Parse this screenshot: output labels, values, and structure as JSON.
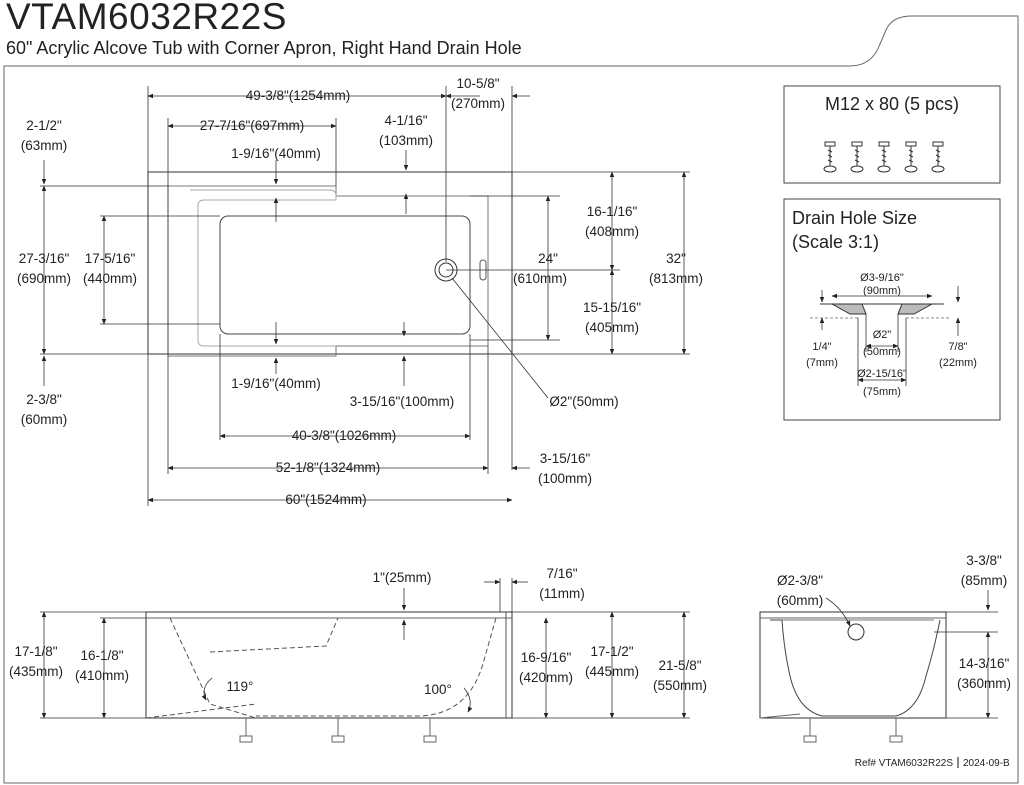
{
  "header": {
    "model": "VTAM6032R22S",
    "description": "60\" Acrylic Alcove Tub with Corner Apron, Right Hand Drain Hole"
  },
  "hardware": {
    "label": "M12 x 80 (5 pcs)"
  },
  "drain_detail": {
    "title": "Drain Hole Size",
    "scale": "(Scale 3:1)",
    "dims": {
      "flange_in": "Ø3-9/16\"",
      "flange_mm": "(90mm)",
      "hole_in": "Ø2\"",
      "hole_mm": "(50mm)",
      "outer_in": "Ø2-15/16\"",
      "outer_mm": "(75mm)",
      "left_in": "1/4\"",
      "left_mm": "(7mm)",
      "right_in": "7/8\"",
      "right_mm": "(22mm)"
    }
  },
  "top_view": {
    "overall_len_in": "49-3/8\"(1254mm)",
    "right_top_in": "10-5/8\"",
    "right_top_mm": "(270mm)",
    "left_top_in": "2-1/2\"",
    "left_top_mm": "(63mm)",
    "inner_len_top": "27-7/16\"(697mm)",
    "small_top_in": "4-1/16\"",
    "small_top_mm": "(103mm)",
    "rim_top": "1-9/16\"(40mm)",
    "width_left_in": "27-3/16\"",
    "width_left_mm": "(690mm)",
    "bottom_w_in": "17-5/16\"",
    "bottom_w_mm": "(440mm)",
    "r1_in": "16-1/16\"",
    "r1_mm": "(408mm)",
    "r2_in": "24\"",
    "r2_mm": "(610mm)",
    "r3_in": "15-15/16\"",
    "r3_mm": "(405mm)",
    "r4_in": "32\"",
    "r4_mm": "(813mm)",
    "rim_bottom": "1-9/16\"(40mm)",
    "lb_in": "2-3/8\"",
    "lb_mm": "(60mm)",
    "apron": "3-15/16\"(100mm)",
    "drain_dia": "Ø2\"(50mm)",
    "bottom_len": "40-3/8\"(1026mm)",
    "inner_len": "52-1/8\"(1324mm)",
    "rb_in": "3-15/16\"",
    "rb_mm": "(100mm)",
    "overall": "60\"(1524mm)"
  },
  "front_view": {
    "top_in": "1\"(25mm)",
    "rim_in": "7/16\"",
    "rim_mm": "(11mm)",
    "h1_in": "17-1/8\"",
    "h1_mm": "(435mm)",
    "h2_in": "16-1/8\"",
    "h2_mm": "(410mm)",
    "h3_in": "16-9/16\"",
    "h3_mm": "(420mm)",
    "h4_in": "17-1/2\"",
    "h4_mm": "(445mm)",
    "h5_in": "21-5/8\"",
    "h5_mm": "(550mm)",
    "angle_left": "119°",
    "angle_right": "100°"
  },
  "side_view": {
    "dia_in": "Ø2-3/8\"",
    "dia_mm": "(60mm)",
    "top_in": "3-3/8\"",
    "top_mm": "(85mm)",
    "h_in": "14-3/16\"",
    "h_mm": "(360mm)"
  },
  "footer": {
    "ref": "Ref# VTAM6032R22S",
    "date": "2024-09-B"
  }
}
